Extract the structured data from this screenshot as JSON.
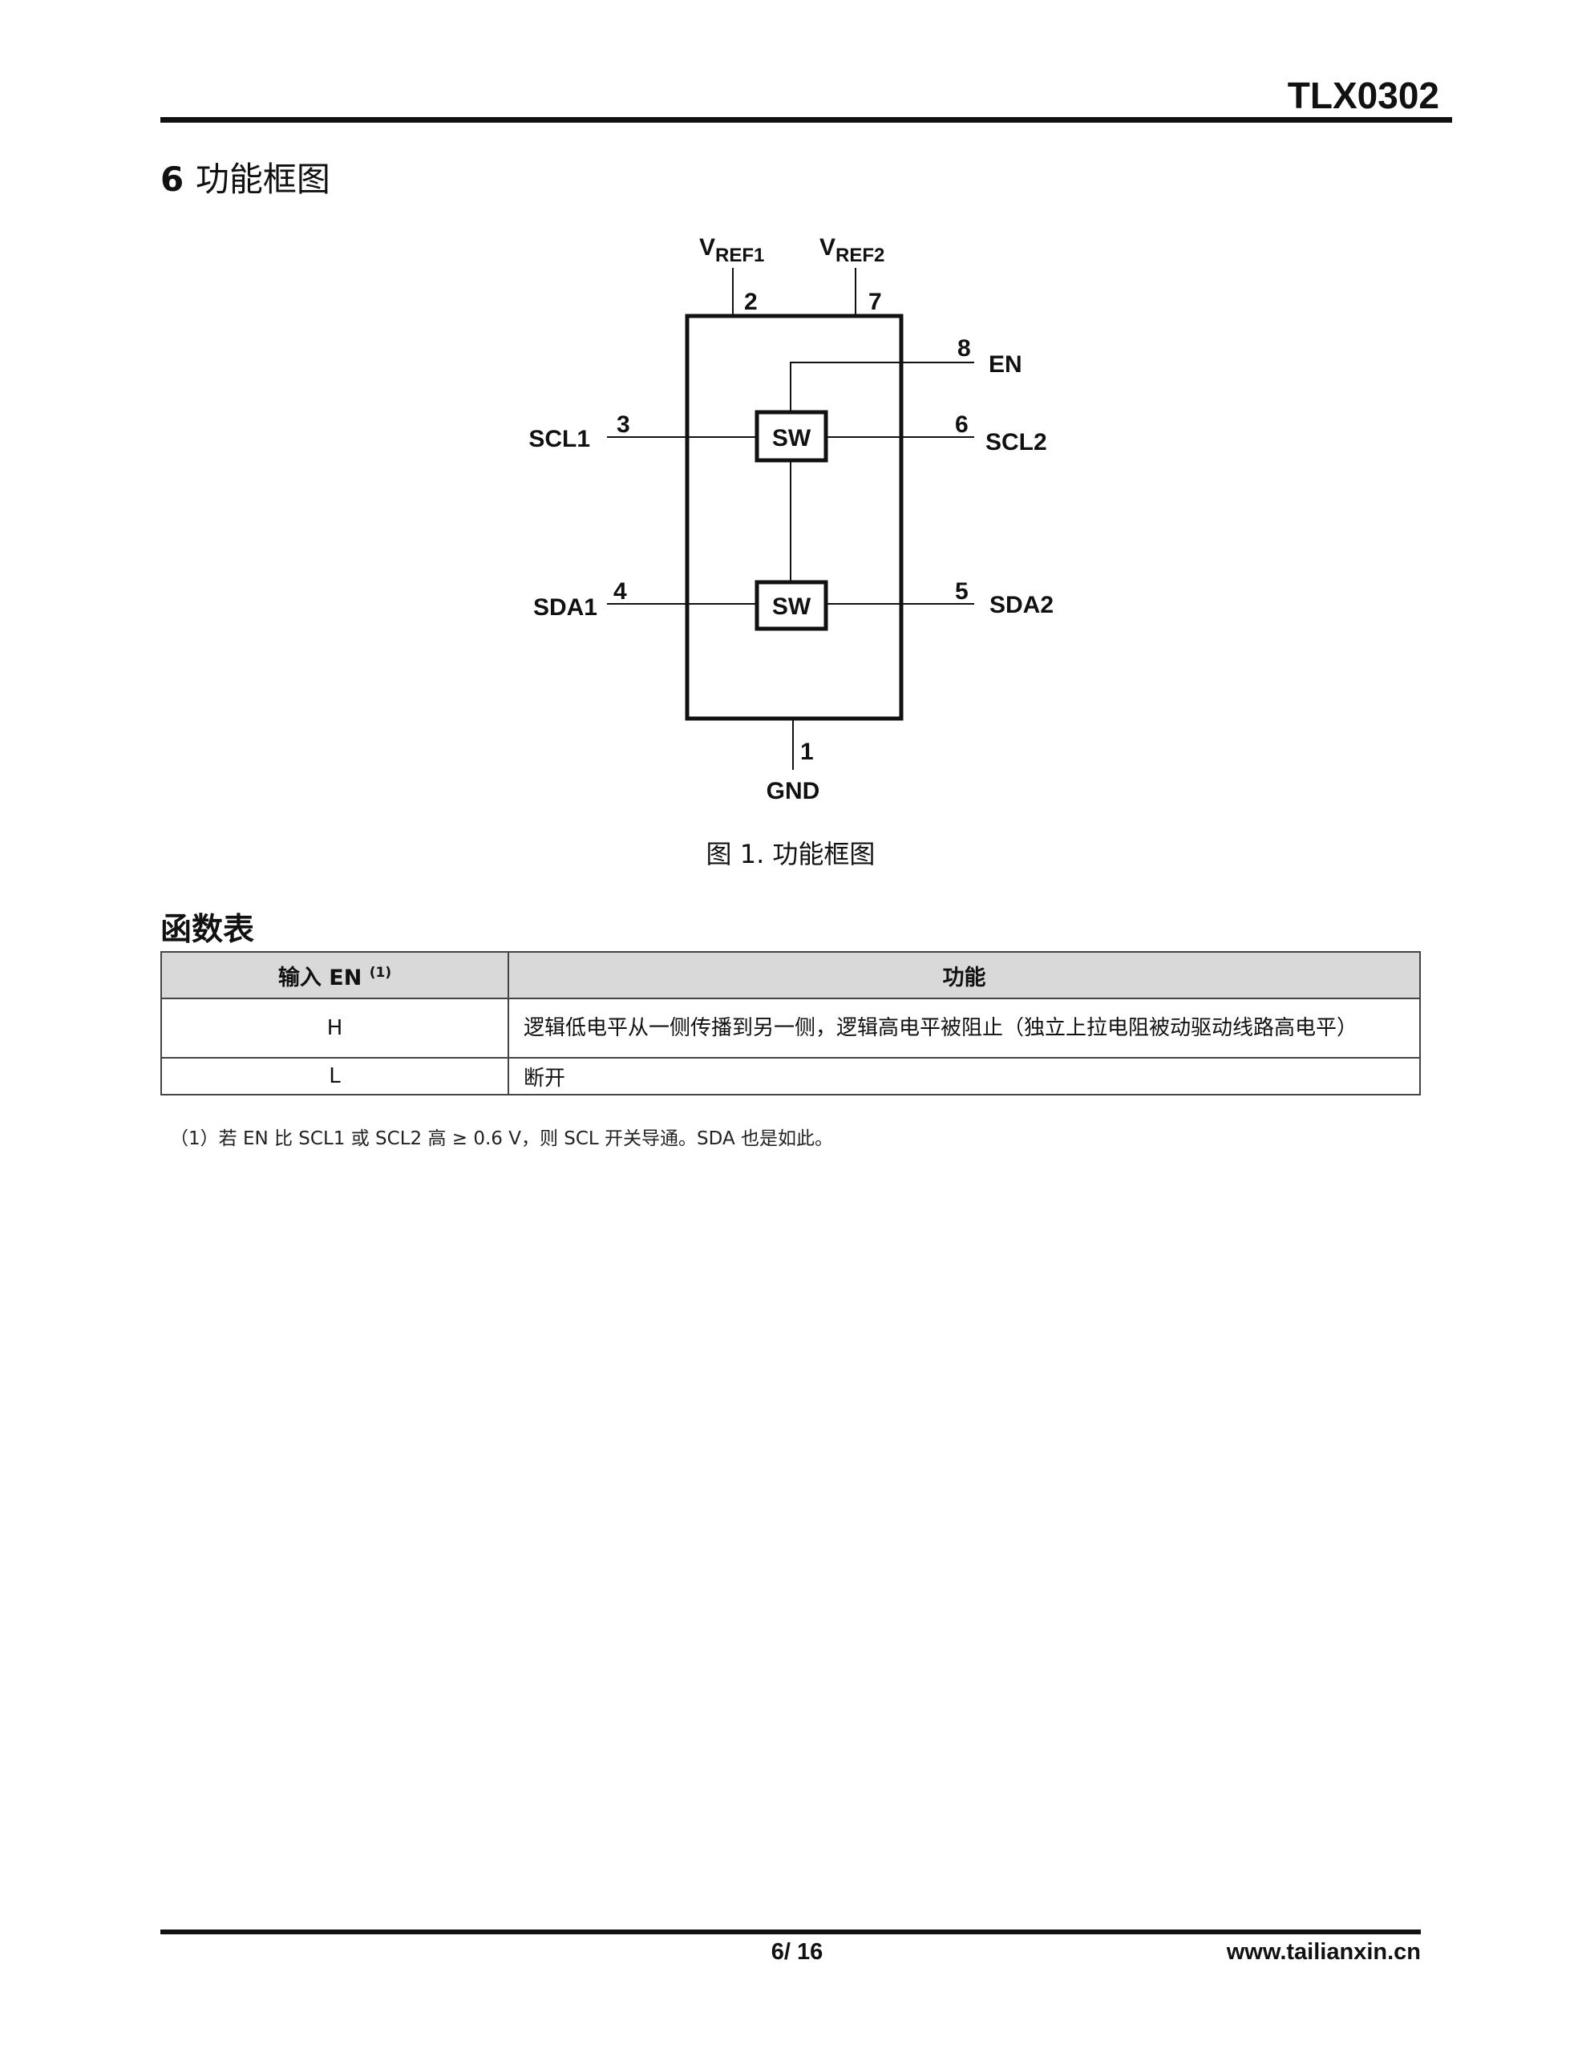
{
  "header": {
    "doc_title": "TLX0302"
  },
  "section": {
    "number": "6",
    "title": "功能框图"
  },
  "diagram": {
    "vref1": "V",
    "vref1_sub": "REF1",
    "vref2": "V",
    "vref2_sub": "REF2",
    "pin2": "2",
    "pin7": "7",
    "pin8": "8",
    "en": "EN",
    "pin3": "3",
    "scl1": "SCL1",
    "pin6": "6",
    "scl2": "SCL2",
    "pin4": "4",
    "sda1": "SDA1",
    "pin5": "5",
    "sda2": "SDA2",
    "sw1": "SW",
    "sw2": "SW",
    "pin1": "1",
    "gnd": "GND"
  },
  "caption": "图 1. 功能框图",
  "function_table": {
    "title": "函数表",
    "headers": [
      "输入 EN",
      "功能"
    ],
    "header_note": "(1)",
    "rows": [
      {
        "input": "H",
        "function": "逻辑低电平从一侧传播到另一侧，逻辑高电平被阻止（独立上拉电阻被动驱动线路高电平）"
      },
      {
        "input": "L",
        "function": "断开"
      }
    ],
    "footnote": "（1）若 EN 比 SCL1 或 SCL2 高 ≥ 0.6 V，则 SCL 开关导通。SDA 也是如此。"
  },
  "footer": {
    "page": "6/ 16",
    "website": "www.tailianxin.cn"
  }
}
